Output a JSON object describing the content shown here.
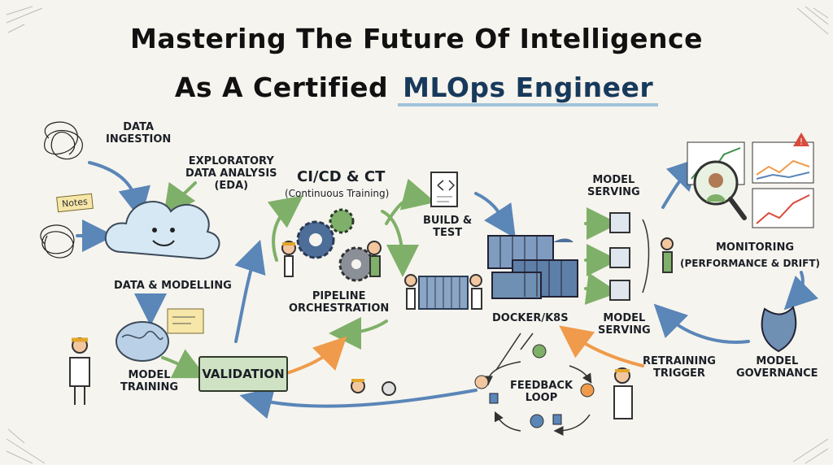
{
  "title": {
    "line1": "Mastering The Future Of Intelligence",
    "line2_prefix": "As A Certified",
    "line2_highlight": "MLOps Engineer"
  },
  "labels": {
    "data_ingestion": "DATA\nINGESTION",
    "eda": "EXPLORATORY\nDATA ANALYSIS\n(EDA)",
    "notes": "Notes",
    "data_modelling": "DATA & MODELLING",
    "model_training": "MODEL\nTRAINING",
    "validation": "VALIDATION",
    "cicd_title": "CI/CD & CT",
    "cicd_sub": "(Continuous Training)",
    "pipeline": "PIPELINE\nORCHESTRATION",
    "build_test": "BUILD &\nTEST",
    "model_serving_top": "MODEL\nSERVING",
    "model_serving_bottom": "MODEL\nSERVING",
    "docker": "DOCKER/K8S",
    "monitoring": "MONITORING",
    "monitoring_sub": "(PERFORMANCE & DRIFT)",
    "model_governance": "MODEL\nGOVERNANCE",
    "retraining_trigger": "RETRAINING\nTRIGGER",
    "feedback_loop": "FEEDBACK\nLOOP"
  },
  "colors": {
    "arrow_blue": "#5a86b8",
    "arrow_green": "#7fb069",
    "arrow_orange": "#ef9b4b",
    "container_blue": "#6f8fb3",
    "cloud_blue": "#d7e8f5",
    "validation_green": "#cfe3c4"
  },
  "icons": [
    "scribble-icon",
    "cloud-mascot-icon",
    "brain-icon",
    "gear-icon",
    "document-code-icon",
    "container-stack-icon",
    "server-cube-icon",
    "magnifier-icon",
    "line-chart-icon",
    "warning-icon",
    "shield-icon",
    "thumbs-up-icon",
    "person-icon",
    "engineer-icon"
  ]
}
